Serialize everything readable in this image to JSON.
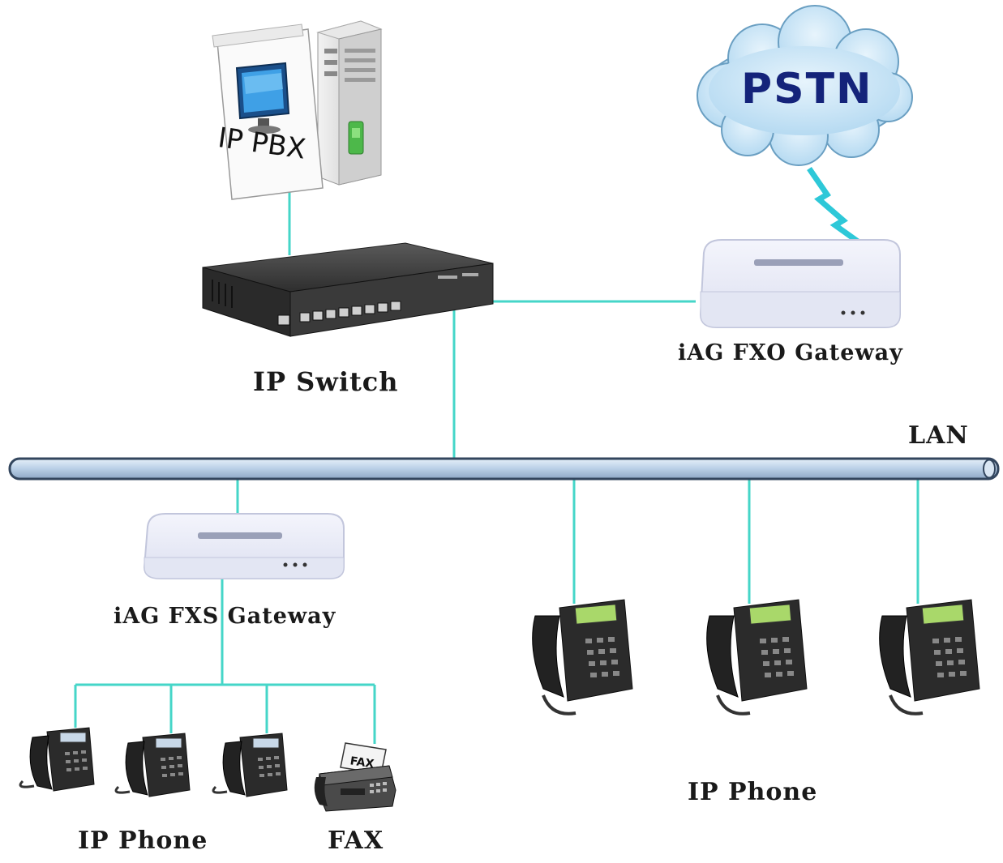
{
  "nodes": {
    "ip_pbx": {
      "label": "IP PBX"
    },
    "pstn": {
      "label": "PSTN"
    },
    "ip_switch": {
      "label": "IP Switch"
    },
    "fxo_gateway": {
      "label": "iAG FXO Gateway"
    },
    "lan": {
      "label": "LAN"
    },
    "fxs_gateway": {
      "label": "iAG FXS Gateway"
    },
    "ip_phone_left_group": {
      "label": "IP Phone"
    },
    "fax": {
      "label": "FAX",
      "screen_text": "FAX"
    },
    "ip_phone_right_group": {
      "label": "IP Phone"
    }
  },
  "colors": {
    "link": "#45d6c8",
    "lan_bus": "#c9dcef",
    "lan_bus_stroke": "#33465e",
    "cloud": "#c9e6f7",
    "cloud_text": "#14237a",
    "lightning": "#2ec8d8",
    "device_body": "#e9ecf7",
    "switch_body": "#3d3d3d"
  },
  "icons": [
    "server-icon",
    "monitor-icon",
    "cloud-icon",
    "lightning-icon",
    "switch-icon",
    "gateway-icon",
    "desk-phone-icon",
    "fax-machine-icon"
  ]
}
